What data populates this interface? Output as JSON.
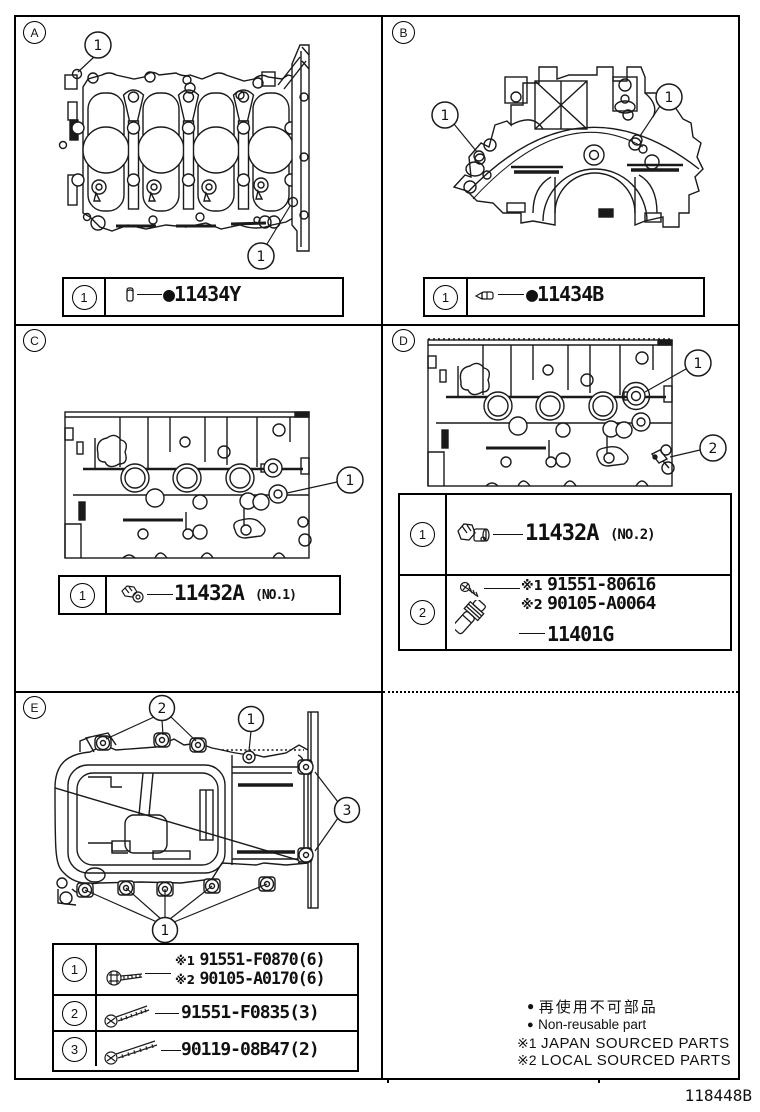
{
  "page": {
    "footer_code": "118448B"
  },
  "panels": {
    "a": {
      "label": "A",
      "callout1": "1",
      "callout2": "1",
      "row": {
        "ref": "1",
        "bullet": "●",
        "part": "11434Y"
      }
    },
    "b": {
      "label": "B",
      "callout1": "1",
      "callout2": "1",
      "row": {
        "ref": "1",
        "bullet": "●",
        "part": "11434B"
      }
    },
    "c": {
      "label": "C",
      "callout1": "1",
      "row": {
        "ref": "1",
        "part": "11432A",
        "note": "(NO.1)"
      }
    },
    "d": {
      "label": "D",
      "callout1": "1",
      "callout2": "2",
      "row1": {
        "ref": "1",
        "part": "11432A",
        "note": "(NO.2)"
      },
      "row2": {
        "ref": "2",
        "alt1_prefix": "※1",
        "alt1_part": "91551-80616",
        "alt2_prefix": "※2",
        "alt2_part": "90105-A0064",
        "part": "11401G"
      }
    },
    "e": {
      "label": "E",
      "callout1": "1",
      "callout2": "2",
      "callout3": "3",
      "row1": {
        "ref": "1",
        "alt1_prefix": "※1",
        "alt1_part": "91551-F0870(6)",
        "alt2_prefix": "※2",
        "alt2_part": "90105-A0170(6)"
      },
      "row2": {
        "ref": "2",
        "part": "91551-F0835(3)"
      },
      "row3": {
        "ref": "3",
        "part": "90119-08B47(2)"
      }
    }
  },
  "legend": {
    "nonreusable_bullet": "●",
    "nonreusable_jp": "再使用不可部品",
    "nonreusable_en": "Non-reusable part",
    "note1_prefix": "※1",
    "note1_text": "JAPAN SOURCED PARTS",
    "note2_prefix": "※2",
    "note2_text": "LOCAL SOURCED PARTS"
  }
}
